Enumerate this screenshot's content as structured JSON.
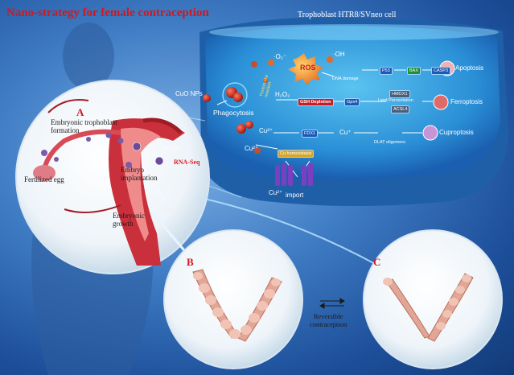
{
  "title": "Nano-strategy for female contraception",
  "cell_title": "Trophoblast HTR8/SVneo cell",
  "left_panel": {
    "letter": "A",
    "labels": {
      "embryonic_trophoblast": "Embryonic trophoblast\nformation",
      "fertilized_egg": "Fertilized egg",
      "embryo_implantation": "Embryo\nimplantation",
      "embryonic_growth": "Embryonic\ngrowth",
      "cuo_nps_small": "CuO NPs",
      "rna_seq": "RNA-Seq"
    }
  },
  "cell_labels": {
    "cuo_nps": "CuO NPs",
    "phagocytosis": "Phagocytosis",
    "fenton": "Fenton-like\nreaction",
    "ros": "ROS",
    "o2": "·O₂⁻",
    "oh": "·OH",
    "dna_damage": "DNA damage",
    "apoptosis": "Apoptosis",
    "h2o2": "H₂O₂",
    "gsh_depletion": "GSH Depletion",
    "gpx4": "Gpx4",
    "hmox1": "HMOX1",
    "lipid_perox": "Lipid Peroxidation",
    "acsl4": "ACSL4",
    "ferroptosis": "Ferroptosis",
    "cu2": "Cu²⁺",
    "fdx1": "FDX1",
    "cu1": "Cu⁺",
    "dlat": "DLAT oligomers",
    "cuproptosis": "Cuproptosis",
    "cu_homeostasis": "Cu homeostasis",
    "import": "import",
    "cu2_import": "Cu²⁺",
    "p53": "P53",
    "casp": "CASP3",
    "bax": "BAX"
  },
  "bottom": {
    "letter_b": "B",
    "letter_c": "C",
    "reversible": "Reversible\ncontraception"
  }
}
